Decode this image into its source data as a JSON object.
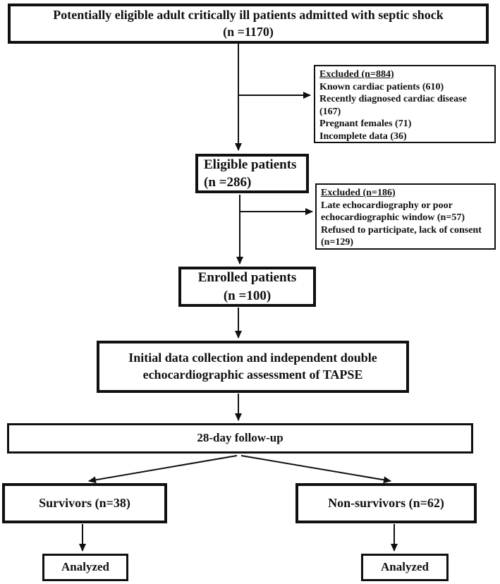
{
  "colors": {
    "ink": "#101010",
    "background": "#ffffff"
  },
  "flowchart": {
    "top_box": {
      "line1": "Potentially eligible adult critically ill patients admitted with septic shock",
      "line2": "(n =1170)"
    },
    "excluded_1": {
      "heading": "Excluded (n=884)",
      "items": [
        "Known cardiac patients (610)",
        "Recently diagnosed cardiac disease (167)",
        "Pregnant females (71)",
        "Incomplete data (36)"
      ]
    },
    "eligible_box": {
      "line1": "Eligible patients",
      "line2": "(n =286)"
    },
    "excluded_2": {
      "heading": "Excluded (n=186)",
      "items": [
        "Late echocardiography or poor echocardiographic window (n=57)",
        "Refused to participate, lack of consent (n=129)"
      ]
    },
    "enrolled_box": {
      "line1": "Enrolled patients",
      "line2": "(n =100)"
    },
    "assessment_box": {
      "line1": "Initial data collection and independent double",
      "line2": "echocardiographic assessment of TAPSE"
    },
    "followup_box": {
      "label": "28-day follow-up"
    },
    "survivors_box": {
      "label": "Survivors (n=38)"
    },
    "nonsurvivors_box": {
      "label": "Non-survivors (n=62)"
    },
    "analyzed_left_box": {
      "label": "Analyzed"
    },
    "analyzed_right_box": {
      "label": "Analyzed"
    }
  }
}
